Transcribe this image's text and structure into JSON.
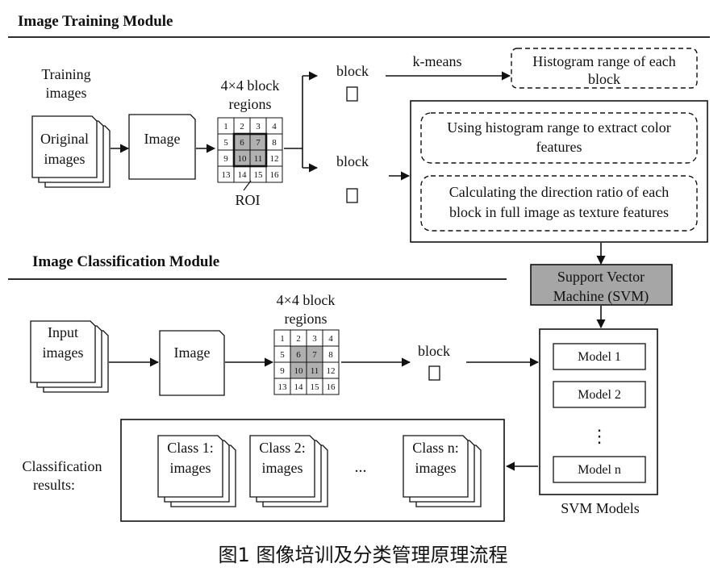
{
  "training": {
    "title": "Image Training Module",
    "training_label": [
      "Training",
      "images"
    ],
    "original_label": [
      "Original",
      "images"
    ],
    "image_label": "Image",
    "grid_label": [
      "4×4 block",
      "regions"
    ],
    "roi_label": "ROI",
    "block_upper": "block",
    "block_lower": "block",
    "kmeans_label": "k-means",
    "histogram_box": [
      "Histogram range of each",
      "block"
    ],
    "color_box": [
      "Using histogram range to extract color",
      "features"
    ],
    "texture_box": [
      "Calculating the direction ratio of each",
      "block in full image as texture features"
    ]
  },
  "classification": {
    "title": "Image Classification Module",
    "input_label": [
      "Input",
      "images"
    ],
    "image_label": "Image",
    "grid_label": [
      "4×4 block",
      "regions"
    ],
    "block_label": "block"
  },
  "grid_numbers": [
    "1",
    "2",
    "3",
    "4",
    "5",
    "6",
    "7",
    "8",
    "9",
    "10",
    "11",
    "12",
    "13",
    "14",
    "15",
    "16"
  ],
  "svm": {
    "label": [
      "Support Vector",
      "Machine (SVM)"
    ],
    "models": [
      "Model 1",
      "Model 2",
      "Model n"
    ],
    "ellipsis": "⋮",
    "models_caption": "SVM Models"
  },
  "results": {
    "label": [
      "Classification",
      "results:"
    ],
    "class1": [
      "Class 1:",
      "images"
    ],
    "class2": [
      "Class 2:",
      "images"
    ],
    "ellipsis": "...",
    "classn": [
      "Class n:",
      "images"
    ]
  },
  "caption": "图1 图像培训及分类管理原理流程",
  "colors": {
    "line": "#111111",
    "shaded": "#b0b0b0",
    "svm_fill": "#a6a6a6"
  }
}
